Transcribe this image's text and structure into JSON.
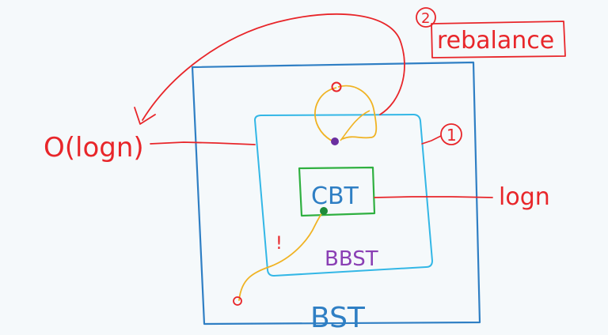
{
  "labels": {
    "outer_box": "BST",
    "middle_box": "BBST",
    "inner_box": "CBT",
    "left_complexity": "O(logn)",
    "right_complexity": "logn",
    "step_one_marker": "1",
    "step_two_marker": "2",
    "rebalance": "rebalance",
    "warning": "!"
  },
  "colors": {
    "background": "#f5f9fb",
    "bst": "#2f7fc4",
    "bbst": "#33b7e6",
    "cbt": "#2fb040",
    "cbt_text": "#2f7fc4",
    "bbst_text": "#8a3fb4",
    "annotation": "#e8262a",
    "path": "#f0b323",
    "node_green": "#1e8b3a",
    "node_purple": "#6a2fa0",
    "node_red": "#e8262a"
  }
}
